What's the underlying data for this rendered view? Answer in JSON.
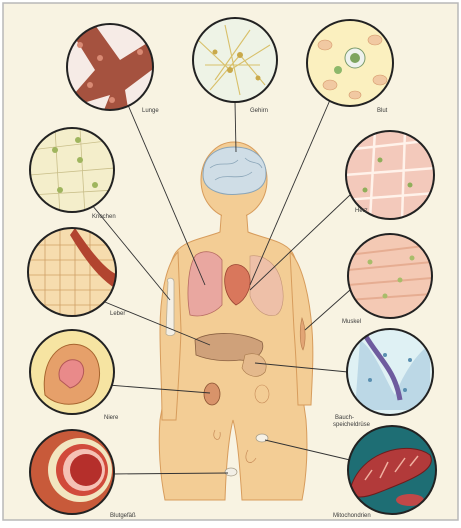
{
  "colors": {
    "paper": "#f8f3e2",
    "border": "#b8b8b8",
    "skin": "#f3cd95",
    "skin_dark": "#e5ad6c",
    "line": "#333333"
  },
  "labels": {
    "lunge": "Lunge",
    "gehirn": "Gehirn",
    "blut": "Blut",
    "knochen": "Knochen",
    "herz": "Herz",
    "leber": "Leber",
    "muskel": "Muskel",
    "niere": "Niere",
    "bauch1": "Bauch-",
    "bauch2": "speicheldrüse",
    "blutgefaess": "Blutgefäß",
    "mitochondrien": "Mitochondrien"
  }
}
